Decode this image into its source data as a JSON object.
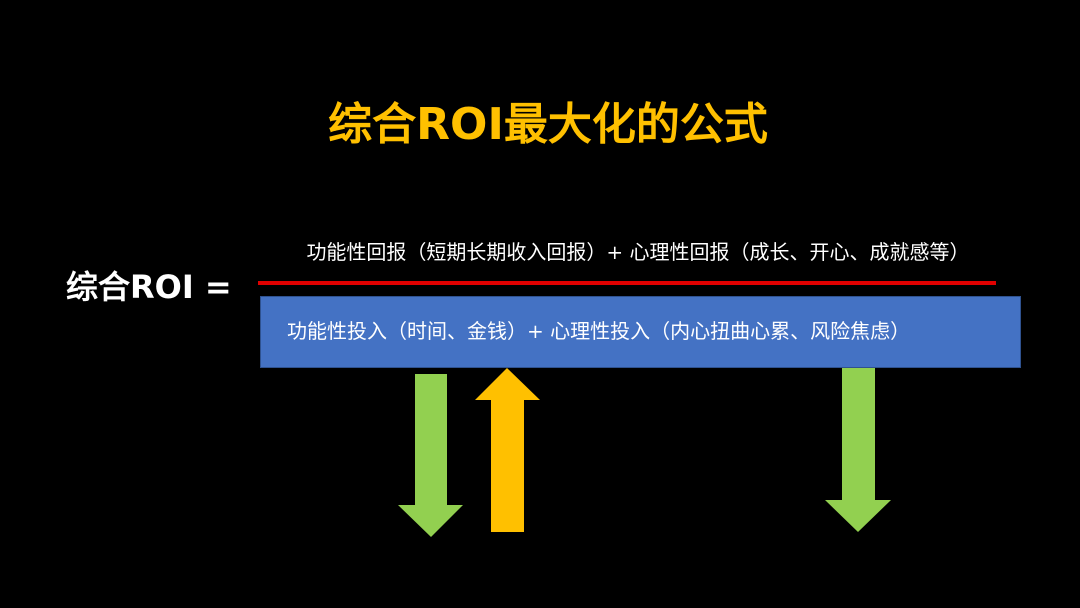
{
  "title": "综合ROI最大化的公式",
  "formula": {
    "lhs": "综合ROI =",
    "numerator": "功能性回报（短期长期收入回报）+ 心理性回报（成长、开心、成就感等）",
    "denominator": "功能性投入（时间、金钱）+ 心理性投入（内心扭曲心累、风险焦虑）"
  },
  "colors": {
    "title": "#ffc000",
    "fraction_line": "#e00000",
    "denominator_box": "#4472c4",
    "arrow_green": "#92d050",
    "arrow_yellow": "#ffc000"
  }
}
